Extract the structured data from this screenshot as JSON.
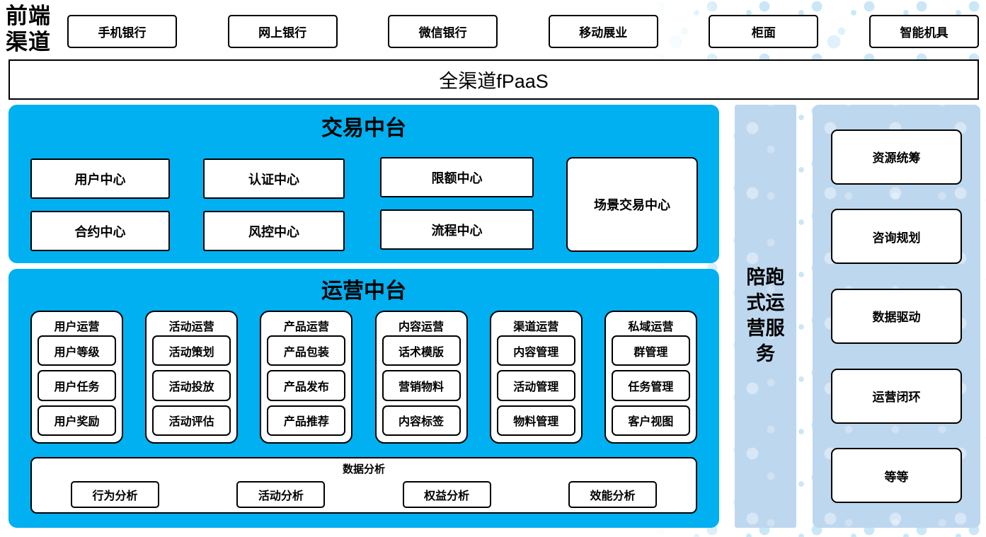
{
  "colors": {
    "accent_blue": "#00B0F0",
    "light_blue": "#BDD7EE",
    "dot_strong": "#C9E7F7",
    "dot_soft": "#DFF2FB",
    "border": "#000000",
    "text": "#000000"
  },
  "front_channels": {
    "label": "前端渠道",
    "items": [
      "手机银行",
      "网上银行",
      "微信银行",
      "移动展业",
      "柜面",
      "智能机具"
    ]
  },
  "fpaas_bar": {
    "label": "全渠道fPaaS"
  },
  "trade_platform": {
    "title": "交易中台",
    "centers": [
      "用户中心",
      "认证中心",
      "限额中心",
      "合约中心",
      "风控中心",
      "流程中心"
    ],
    "scene_center": "场景交易中心"
  },
  "operation_platform": {
    "title": "运营中台",
    "columns": [
      {
        "title": "用户运营",
        "items": [
          "用户等级",
          "用户任务",
          "用户奖励"
        ]
      },
      {
        "title": "活动运营",
        "items": [
          "活动策划",
          "活动投放",
          "活动评估"
        ]
      },
      {
        "title": "产品运营",
        "items": [
          "产品包装",
          "产品发布",
          "产品推荐"
        ]
      },
      {
        "title": "内容运营",
        "items": [
          "话术模版",
          "营销物料",
          "内容标签"
        ]
      },
      {
        "title": "渠道运营",
        "items": [
          "内容管理",
          "活动管理",
          "物料管理"
        ]
      },
      {
        "title": "私域运营",
        "items": [
          "群管理",
          "任务管理",
          "客户视图"
        ]
      }
    ],
    "data_analysis": {
      "title": "数据分析",
      "items": [
        "行为分析",
        "活动分析",
        "权益分析",
        "效能分析"
      ]
    }
  },
  "companion_bar": {
    "label": "陪跑式运营服务"
  },
  "right_panel": {
    "items": [
      "资源统筹",
      "咨询规划",
      "数据驱动",
      "运营闭环",
      "等等"
    ]
  }
}
